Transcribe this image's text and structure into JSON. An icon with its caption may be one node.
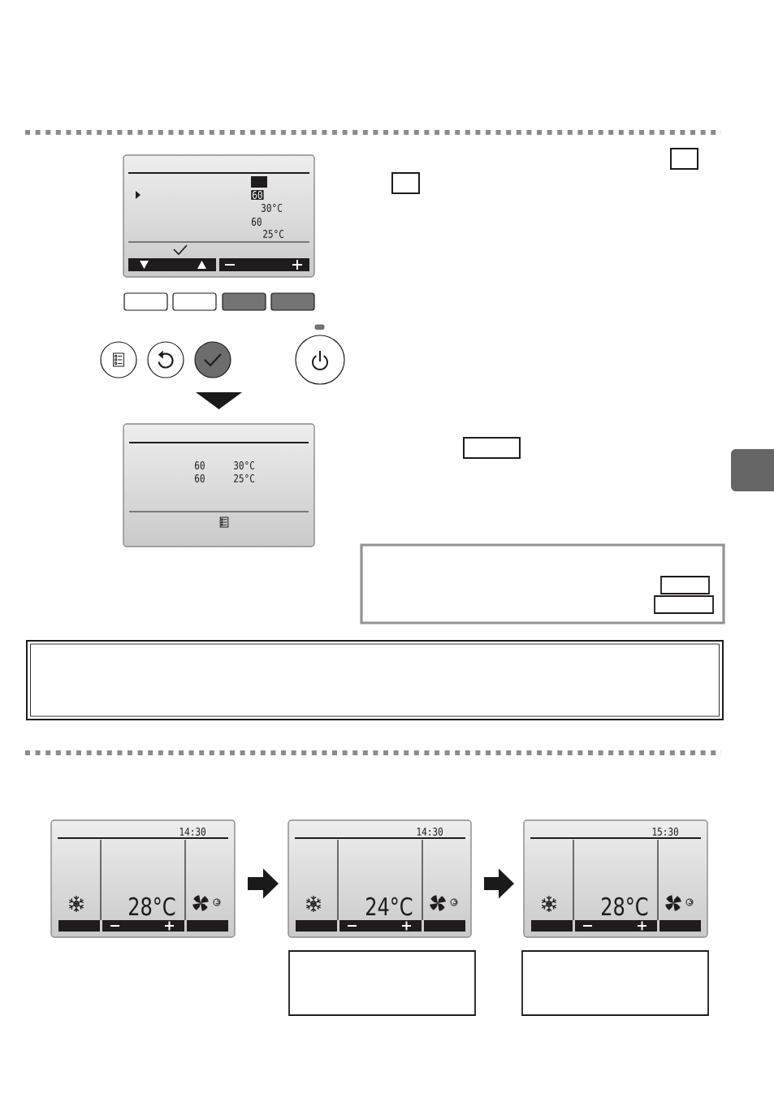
{
  "diagram": {
    "nodes": [
      {
        "text": [
          "60",
          "30°C",
          "60",
          "25°C"
        ]
      },
      {
        "text": [],
        "shape": "circle"
      },
      {
        "text": [
          "60",
          "30°C",
          "60",
          "25°C"
        ]
      },
      {
        "text": [],
        "shape": "box"
      },
      {
        "text": [],
        "shape": "box"
      },
      {
        "text": [],
        "shape": "box"
      },
      {
        "text": [],
        "shape": "box"
      },
      {
        "text": [],
        "shape": "box",
        "in": 6
      },
      {
        "text": [],
        "shape": "box",
        "in": 6
      },
      {
        "text": [],
        "shape": "box"
      },
      {
        "text": [
          "14:30",
          "28°C"
        ]
      },
      {
        "text": [
          "14:30",
          "24°C"
        ]
      },
      {
        "text": [
          "15:30",
          "28°C"
        ]
      },
      {
        "text": [],
        "shape": "box"
      },
      {
        "text": [],
        "shape": "box"
      }
    ],
    "edges": [
      {
        "from": 1,
        "to": 2,
        "arrow": "to"
      },
      {
        "from": 10,
        "to": 11,
        "arrow": "to"
      },
      {
        "from": 11,
        "to": 12,
        "arrow": "to"
      }
    ]
  }
}
